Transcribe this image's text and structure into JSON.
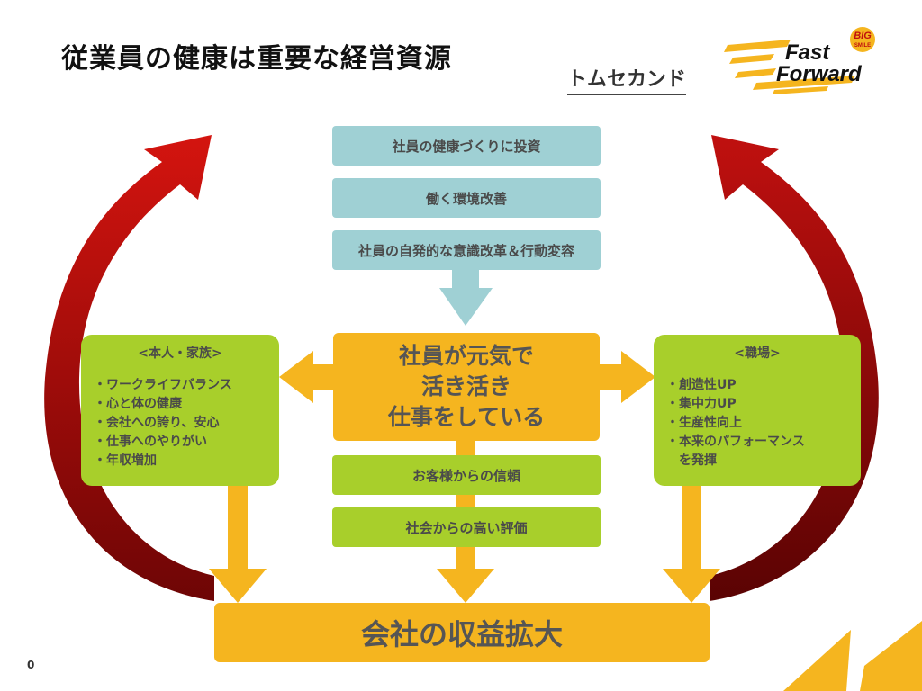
{
  "header": {
    "title": "従業員の健康は重要な経営資源",
    "company": "トムセカンド",
    "logo": {
      "line1": "Fast",
      "line2": "Forward",
      "badge_top": "BIG",
      "badge_bottom": "SMILE"
    }
  },
  "diagram": {
    "top_steps": [
      "社員の健康づくりに投資",
      "働く環境改善",
      "社員の自発的な意識改革＆行動変容"
    ],
    "center": [
      "社員が元気で",
      "活き活き",
      "仕事をしている"
    ],
    "left": {
      "heading": "<本人・家族>",
      "items": [
        "ワークライフバランス",
        "心と体の健康",
        "会社への誇り、安心",
        "仕事へのやりがい",
        "年収増加"
      ]
    },
    "right": {
      "heading": "<職場>",
      "items": [
        "創造性UP",
        "集中力UP",
        "生産性向上",
        "本来のパフォーマンス"
      ],
      "continuation": "を発揮"
    },
    "middle_steps": [
      "お客様からの信頼",
      "社会からの高い評価"
    ],
    "bottom": "会社の収益拡大"
  },
  "colors": {
    "blue": "#9fd0d4",
    "green": "#a8cf2b",
    "orange": "#f5b51f",
    "red": "#c0100f",
    "dark_red": "#7a0808"
  },
  "footer": {
    "page_number": "0"
  }
}
